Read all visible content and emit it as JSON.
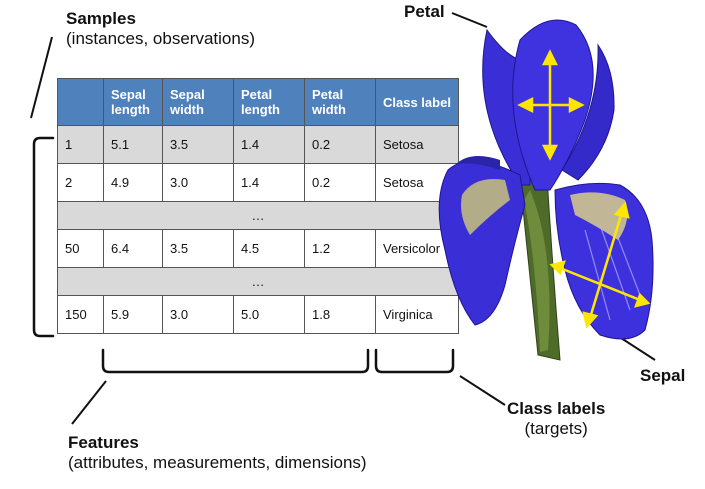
{
  "labels": {
    "samples_title": "Samples",
    "samples_sub": "(instances, observations)",
    "features_title": "Features",
    "features_sub": "(attributes, measurements, dimensions)",
    "class_labels_title": "Class labels",
    "class_labels_sub": "(targets)",
    "petal": "Petal",
    "sepal": "Sepal"
  },
  "table": {
    "headers": [
      "Sepal length",
      "Sepal width",
      "Petal length",
      "Petal width",
      "Class label"
    ],
    "rows": [
      {
        "id": "1",
        "values": [
          "5.1",
          "3.5",
          "1.4",
          "0.2",
          "Setosa"
        ]
      },
      {
        "id": "2",
        "values": [
          "4.9",
          "3.0",
          "1.4",
          "0.2",
          "Setosa"
        ]
      },
      {
        "gap": "…"
      },
      {
        "id": "50",
        "values": [
          "6.4",
          "3.5",
          "4.5",
          "1.2",
          "Versicolor"
        ]
      },
      {
        "gap": "…"
      },
      {
        "id": "150",
        "values": [
          "5.9",
          "3.0",
          "5.0",
          "1.8",
          "Virginica"
        ]
      }
    ]
  },
  "colors": {
    "header_bg": "#4f81bd",
    "row_shade": "#d9d9d9",
    "flower_blue": "#3a2fd6",
    "arrow_yellow": "#ffe600"
  },
  "icons": {
    "flower": "iris-flower-illustration"
  }
}
